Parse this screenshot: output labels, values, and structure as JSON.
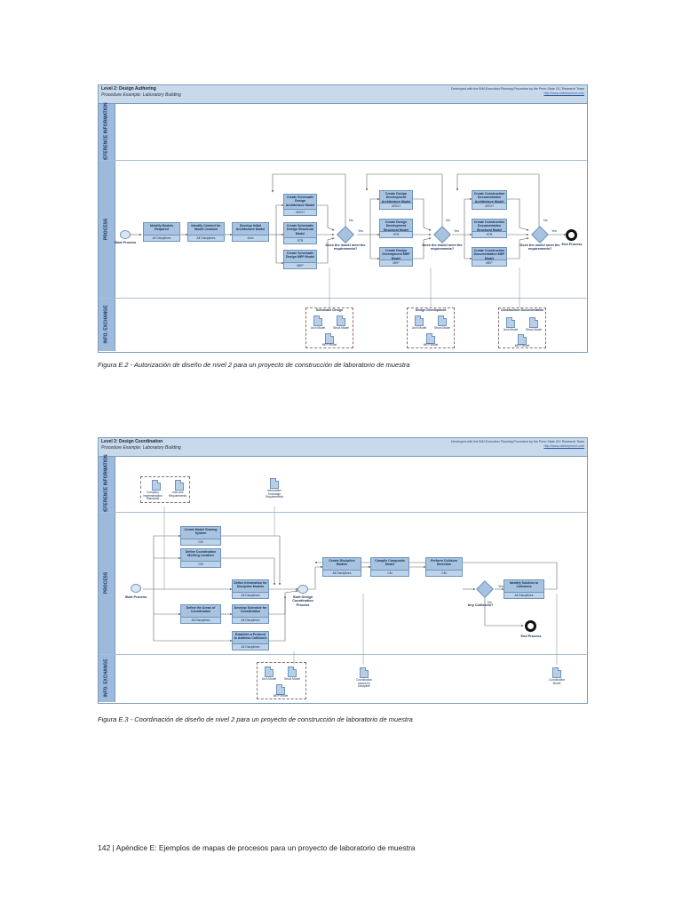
{
  "figure1": {
    "header": {
      "title": "Level 2: Design Authoring",
      "subtitle": "Procedure Example: Laboratory Building",
      "credit": "Developed with the BIM Execution Planning Procedure by the Penn State CIC Research Team",
      "url": "http://www.cicbimpmnet.com"
    },
    "lanes": [
      "REFERENCE INFORMATION",
      "PROCESS",
      "INFO. EXCHANGE"
    ],
    "start_label": "Start Process",
    "end_label": "End Process",
    "steps": [
      {
        "text": "Identify Models Required",
        "role": "All Disciplines"
      },
      {
        "text": "Identify Content for Model Creation",
        "role": "All Disciplines"
      },
      {
        "text": "Develop Initial Architecture Model",
        "role": "Arch"
      }
    ],
    "phase1": [
      {
        "text": "Create Schematic Design Architecture Model",
        "role": "ARCH"
      },
      {
        "text": "Create Schematic Design Structural Model",
        "role": "STR"
      },
      {
        "text": "Create Schematic Design MEP Model",
        "role": "MEP"
      }
    ],
    "phase2": [
      {
        "text": "Create Design Development Architecture Model",
        "role": "ARCH"
      },
      {
        "text": "Create Design Development Structural Model",
        "role": "STR"
      },
      {
        "text": "Create Design Development MEP Model",
        "role": "MEP"
      }
    ],
    "phase3": [
      {
        "text": "Create Construction Documentation Architecture Model",
        "role": "ARCH"
      },
      {
        "text": "Create Construction Documentation Structural Model",
        "role": "STR"
      },
      {
        "text": "Create Construction Documentation MEP Model",
        "role": "MEP"
      }
    ],
    "decision": "Does the model meet the requirements?",
    "yes": "Yes",
    "no": "No",
    "exchanges": [
      {
        "title": "Schematic Design",
        "docs": [
          "Arch Model",
          "Struct Model",
          "MEP Model"
        ]
      },
      {
        "title": "Design Development",
        "docs": [
          "Arch Model",
          "Struct Model",
          "MEP Model"
        ]
      },
      {
        "title": "Construction Documentation",
        "docs": [
          "Arch Model",
          "Struct Model",
          "MEP Model"
        ]
      }
    ],
    "caption": "Figura E.2 - Autorización de diseño de nivel 2 para un proyecto de construcción de laboratorio de muestra"
  },
  "figure2": {
    "header": {
      "title": "Level 2: Design Coordination",
      "subtitle": "Procedure Example: Laboratory Building",
      "credit": "Developed with the BIM Execution Planning Procedure by the Penn State CIC Research Team",
      "url": "http://www.cicbimpmnet.com"
    },
    "lanes": [
      "REFERENCE INFORMATION",
      "PROCESS",
      "INFO. EXCHANGE"
    ],
    "ref_docs": [
      "Company Implementation Standards",
      "Lists and Requirements",
      "Information Exchange Requirements"
    ],
    "start_label": "Start Process",
    "left_tasks": [
      {
        "text": "Create Model Sharing System",
        "role": "CM"
      },
      {
        "text": "Define Coordination Meeting Location",
        "role": "CM"
      },
      {
        "text": "Define the Areas of Coordination",
        "role": "All Disciplines"
      }
    ],
    "mid_tasks": [
      {
        "text": "Define Information for Discipline Models",
        "role": "All Disciplines"
      },
      {
        "text": "Develop Schedule for Coordination",
        "role": "All Disciplines"
      },
      {
        "text": "Establish a Protocol to Address Collisions",
        "role": "All Disciplines"
      }
    ],
    "sub_start": "Start Design Coordination Process",
    "flow": [
      {
        "text": "Create Discipline Models",
        "role": "All Disciplines"
      },
      {
        "text": "Compile Composite Model",
        "role": "CM"
      },
      {
        "text": "Perform Collision Detection",
        "role": "CM"
      },
      {
        "text": "Identify Solution to Collisions",
        "role": "All Disciplines"
      }
    ],
    "decision": "Any Collisions?",
    "yes": "Yes",
    "no": "No",
    "end_label": "End Process",
    "exchange_docs": [
      "Arch Model",
      "Struct Model",
      "MEP Model"
    ],
    "coord_doc": "Coordination Issues by Discipline",
    "coord_model": "Coordination Model",
    "caption": "Figura E.3 - Coordinación de diseño de nivel 2 para un proyecto de construcción de laboratorio de muestra"
  },
  "footer": "142 | Apéndice E: Ejemplos de mapas de procesos para un proyecto de laboratorio de muestra"
}
